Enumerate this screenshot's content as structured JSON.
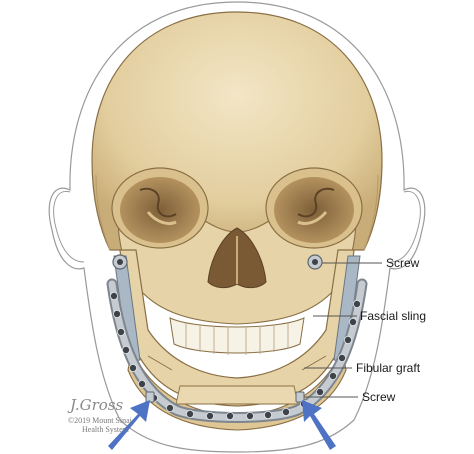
{
  "labels": {
    "screw_top": "Screw",
    "fascial_sling": "Fascial sling",
    "fibular_graft": "Fibular graft",
    "screw_bottom": "Screw"
  },
  "credit": {
    "signature": "J.Gross",
    "line1": "©2019 Mount Sinai",
    "line2": "Health System"
  },
  "colors": {
    "bone": "#e6d3a8",
    "bone_shadow": "#c9ad78",
    "outline": "#8a6f45",
    "skin_outline": "#9a9a9a",
    "plate": "#a9b0b8",
    "arrow": "#4f73c4"
  },
  "icons": [
    "screw-icon",
    "arrow-up-icon"
  ]
}
